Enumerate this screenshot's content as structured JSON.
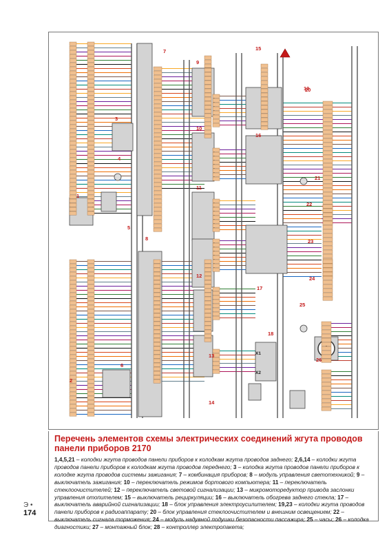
{
  "components": [
    "1",
    "2",
    "3",
    "4",
    "5",
    "6",
    "7",
    "8",
    "9",
    "10",
    "11",
    "12",
    "13",
    "14",
    "15",
    "16",
    "17",
    "18",
    "19",
    "20",
    "21",
    "22",
    "23",
    "24",
    "25",
    "26"
  ],
  "connector_labels": [
    "X1",
    "X2"
  ],
  "legend": {
    "title": "Перечень элементов схемы электрических соединений жгута проводов панели приборов 2170",
    "items": [
      {
        "num": "1,4,5,21",
        "text": "колодки жгута проводов панели приборов к колодкам жгута проводов заднего;"
      },
      {
        "num": "2,6,14",
        "text": "колодки жгута проводов панели приборов к колодкам жгута проводов переднего;"
      },
      {
        "num": "3",
        "text": "колодка жгута проводов панели приборов к колодке жгута проводов системы зажигания;"
      },
      {
        "num": "7",
        "text": "комбинация приборов;"
      },
      {
        "num": "8",
        "text": "модуль управления светотехникой;"
      },
      {
        "num": "9",
        "text": "выключатель зажигания;"
      },
      {
        "num": "10",
        "text": "переключатель режимов бортового компьютера;"
      },
      {
        "num": "11",
        "text": "переключатель стеклоочистителей;"
      },
      {
        "num": "12",
        "text": "переключатель световой сигнализации;"
      },
      {
        "num": "13",
        "text": "микромотоpедуктор привода заслонки управления отопителем;"
      },
      {
        "num": "15",
        "text": "выключатель рециркуляции;"
      },
      {
        "num": "16",
        "text": "выключатель обогрева заднего стекла;"
      },
      {
        "num": "17",
        "text": "выключатель аварийной сигнализации;"
      },
      {
        "num": "18",
        "text": "блок управления электроусилителем;"
      },
      {
        "num": "19,23",
        "text": "колодки жгута проводов панели приборов к радиоаппарату;"
      },
      {
        "num": "20",
        "text": "блок управления стеклоочистителем и внешним освещением;"
      },
      {
        "num": "22",
        "text": "выключатель сигнала торможения;"
      },
      {
        "num": "24",
        "text": "модуль надувной подушки безопасности пассажира;"
      },
      {
        "num": "25",
        "text": "часы;"
      },
      {
        "num": "26",
        "text": "колодка диагностики;"
      },
      {
        "num": "27",
        "text": "монтажный блок;"
      },
      {
        "num": "28",
        "text": "контроллер электропакета;"
      }
    ]
  },
  "page": {
    "letter": "Э •",
    "number": "174"
  },
  "colors": {
    "title": "#c41a1a",
    "connector": "#f0c090",
    "block": "#d3d3d3",
    "label": "#c41a1a",
    "badge": "#c41a1a"
  }
}
